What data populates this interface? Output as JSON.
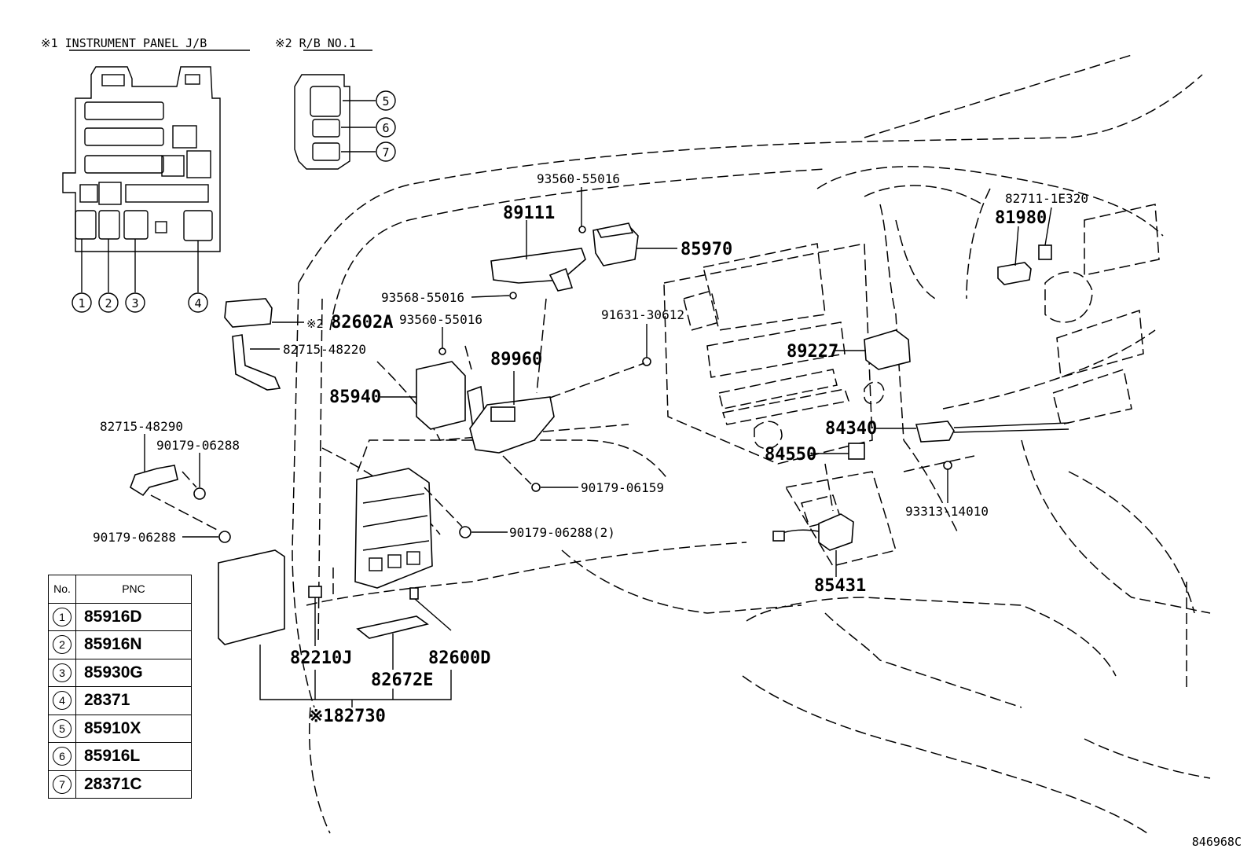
{
  "headers": {
    "jb": "※1  INSTRUMENT PANEL J/B",
    "rb": "※2  R/B NO.1"
  },
  "jb_positions": [
    "1",
    "2",
    "3",
    "4"
  ],
  "rb_positions": [
    "5",
    "6",
    "7"
  ],
  "labels": {
    "p93560_55016_a": "93560-55016",
    "p89111": "89111",
    "p85970": "85970",
    "p82711_1E320": "82711-1E320",
    "p81980": "81980",
    "p93568_55016": "93568-55016",
    "p93560_55016_b": "93560-55016",
    "p91631_30612": "91631-30612",
    "p89960": "89960",
    "p89227": "89227",
    "p85940": "85940",
    "p82602A": "82602A",
    "p82602A_mark": "※2",
    "p82715_48220": "82715-48220",
    "p82715_48290": "82715-48290",
    "p90179_06288_a": "90179-06288",
    "p90179_06288_b": "90179-06288",
    "p84340": "84340",
    "p84550": "84550",
    "p90179_06159": "90179-06159",
    "p93313_14010": "93313-14010",
    "p90179_06288_2": "90179-06288(2)",
    "p85431": "85431",
    "p82210J": "82210J",
    "p82600D": "82600D",
    "p82672E": "82672E",
    "p82730": "※182730"
  },
  "table": {
    "col_no": "No.",
    "col_pnc": "PNC",
    "rows": [
      {
        "no": "1",
        "pnc": "85916D"
      },
      {
        "no": "2",
        "pnc": "85916N"
      },
      {
        "no": "3",
        "pnc": "85930G"
      },
      {
        "no": "4",
        "pnc": "28371"
      },
      {
        "no": "5",
        "pnc": "85910X"
      },
      {
        "no": "6",
        "pnc": "85916L"
      },
      {
        "no": "7",
        "pnc": "28371C"
      }
    ]
  },
  "figure_code": "846968C"
}
